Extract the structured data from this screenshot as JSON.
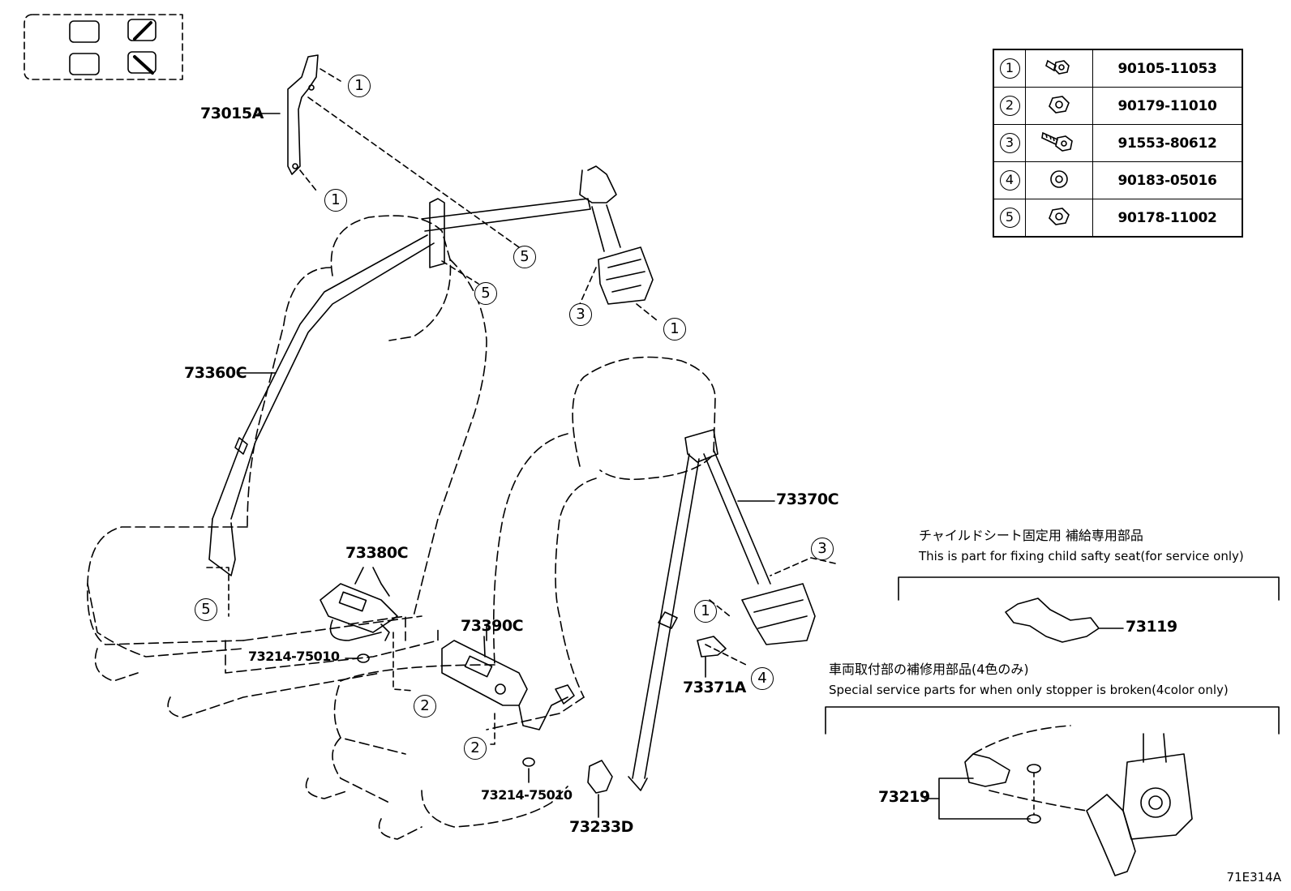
{
  "callouts": {
    "c1": "1",
    "c2": "2",
    "c3": "3",
    "c4": "4",
    "c5": "5"
  },
  "part_labels": {
    "p73015A": "73015A",
    "p73360C": "73360C",
    "p73380C": "73380C",
    "p73214_left": "73214-75010",
    "p73390C": "73390C",
    "p73214_right": "73214-75010",
    "p73233D": "73233D",
    "p73370C": "73370C",
    "p73371A": "73371A",
    "p73119": "73119",
    "p73219": "73219"
  },
  "fastener_table": [
    {
      "ref": "1",
      "icon": "bolt-icon",
      "part_no": "90105-11053"
    },
    {
      "ref": "2",
      "icon": "nut-icon",
      "part_no": "90179-11010"
    },
    {
      "ref": "3",
      "icon": "long-bolt-icon",
      "part_no": "91553-80612"
    },
    {
      "ref": "4",
      "icon": "washer-icon",
      "part_no": "90183-05016"
    },
    {
      "ref": "5",
      "icon": "nut-icon",
      "part_no": "90178-11002"
    }
  ],
  "notes": {
    "child_seat_jp": "チャイルドシート固定用 補給専用部品",
    "child_seat_en": "This is part for fixing child safty seat(for service only)",
    "stopper_jp": "車両取付部の補修用部品(4色のみ)",
    "stopper_en": "Special service parts for when only stopper is broken(4color only)"
  },
  "diagram_id": "71E314A"
}
